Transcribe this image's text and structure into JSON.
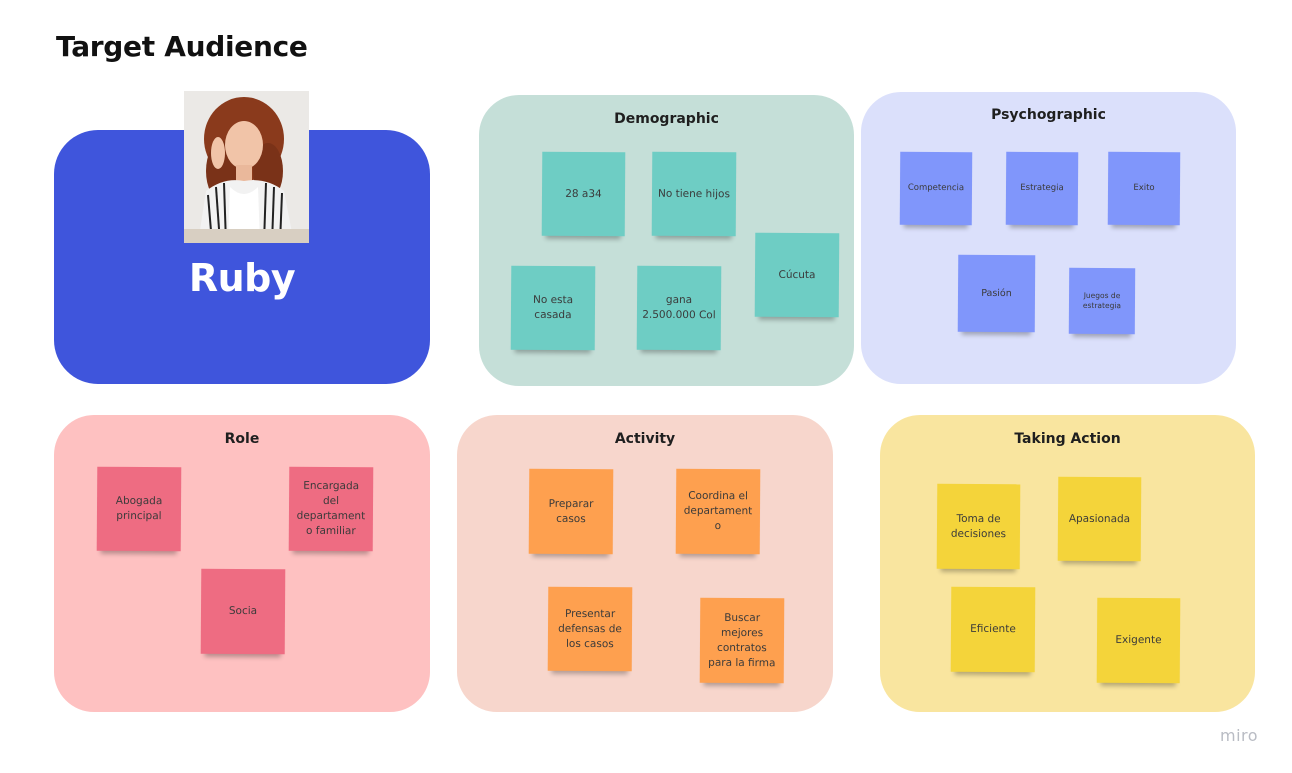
{
  "board": {
    "title": "Target Audience",
    "logo_text": "miro"
  },
  "persona": {
    "name": "Ruby",
    "photo_alt": "portrait-photo",
    "bg_color": "#3f55dc"
  },
  "panels": {
    "demographic": {
      "title": "Demographic",
      "bg_color": "#c5dfd8",
      "note_color": "#6ecdc4",
      "notes": [
        "28 a34",
        "No tiene hijos",
        "No esta\ncasada",
        "gana\n2.500.000 Col",
        "Cúcuta"
      ]
    },
    "psychographic": {
      "title": "Psychographic",
      "bg_color": "#dbe0fb",
      "note_color": "#8096fb",
      "notes": [
        "Competencia",
        "Estrategia",
        "Exito",
        "Pasión",
        "Juegos de\nestrategia"
      ]
    },
    "role": {
      "title": "Role",
      "bg_color": "#fec1c1",
      "note_color": "#ee6c82",
      "notes": [
        "Abogada\nprincipal",
        "Encargada\ndel\ndepartament\no familiar",
        "Socia"
      ]
    },
    "activity": {
      "title": "Activity",
      "bg_color": "#f7d6cc",
      "note_color": "#fea04f",
      "notes": [
        "Preparar\ncasos",
        "Coordina el\ndepartament\no",
        "Presentar\ndefensas de\nlos casos",
        "Buscar\nmejores\ncontratos\npara la firma"
      ]
    },
    "taking_action": {
      "title": "Taking Action",
      "bg_color": "#f9e59f",
      "note_color": "#f4d43a",
      "notes": [
        "Toma de\ndecisiones",
        "Apasionada",
        "Eficiente",
        "Exigente"
      ]
    }
  }
}
